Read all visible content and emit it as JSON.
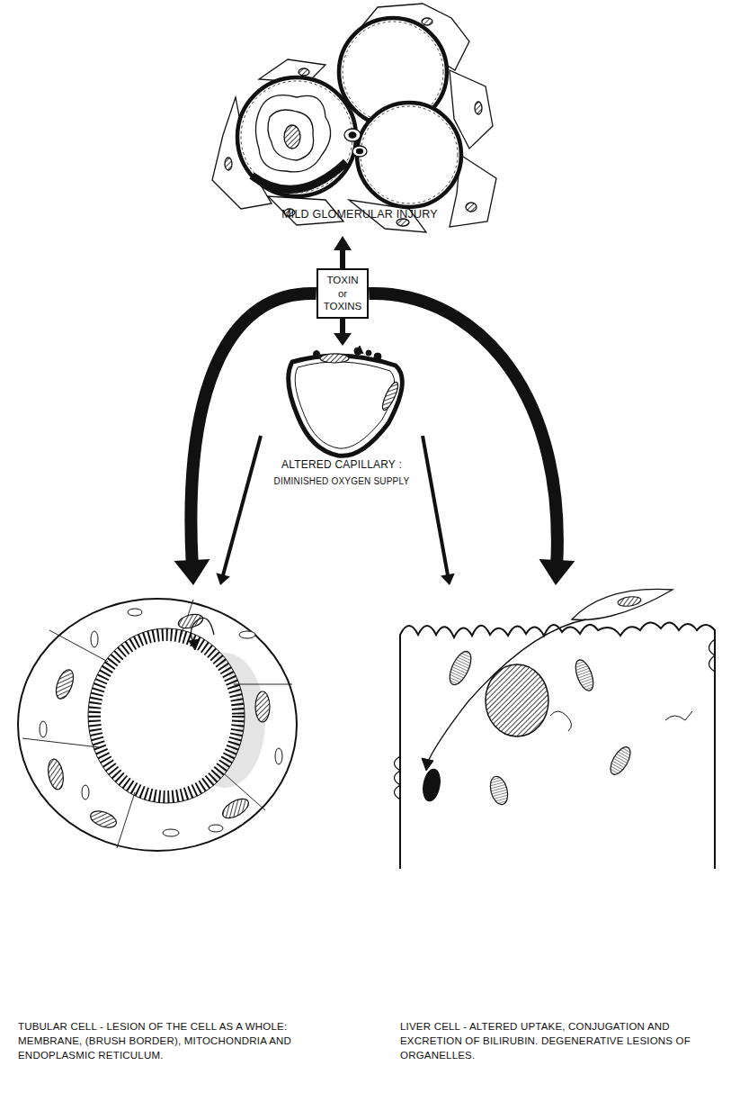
{
  "diagram": {
    "nodes": [
      {
        "text": [
          "MILD GLOMERULAR INJURY"
        ]
      },
      {
        "text": [
          "TOXIN or TOXINS"
        ]
      },
      {
        "text": [
          "ALTERED CAPILLARY :",
          "DIMINISHED OXYGEN SUPPLY"
        ]
      },
      {
        "text": [
          "TUBULAR CELL - LESION OF THE CELL AS A WHOLE: MEMBRANE, (BRUSH BORDER), MITOCHONDRIA AND ENDOPLASMIC RETICULUM."
        ]
      },
      {
        "text": [
          "LIVER CELL - ALTERED UPTAKE, CONJUGATION AND EXCRETION OF BILIRUBIN. DEGENERATIVE LESIONS OF ORGANELLES."
        ]
      }
    ],
    "edges": [
      {
        "from": 1,
        "to": 0,
        "arrow": "to"
      },
      {
        "from": 1,
        "to": 2,
        "arrow": "to"
      },
      {
        "from": 1,
        "to": 3,
        "arrow": "to"
      },
      {
        "from": 1,
        "to": 4,
        "arrow": "to"
      },
      {
        "from": 2,
        "to": 3,
        "arrow": "to"
      },
      {
        "from": 2,
        "to": 4,
        "arrow": "to"
      }
    ]
  }
}
